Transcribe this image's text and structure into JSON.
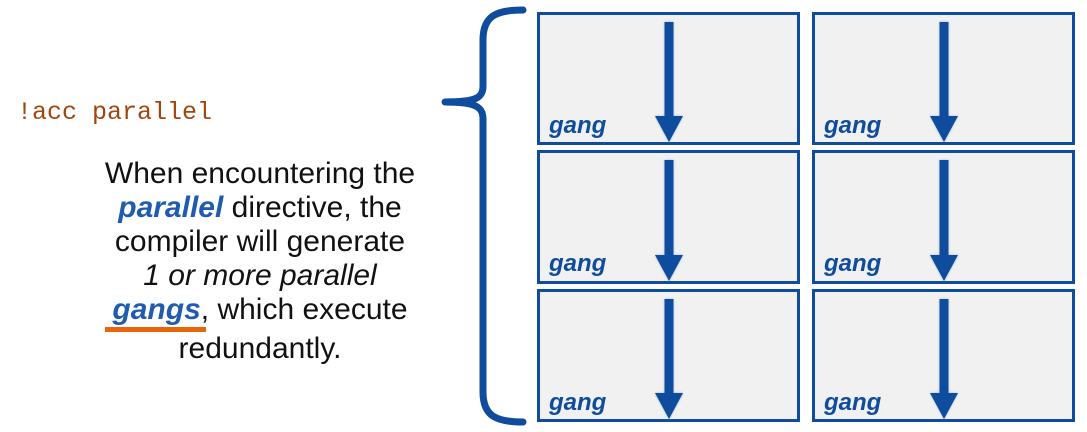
{
  "colors": {
    "shape_blue": "#0F4C9E",
    "text_blue": "#1F5CB0",
    "underline_orange": "#E8650C",
    "code_brown": "#A0470E",
    "box_fill": "#F1F1F2",
    "text_black": "#111111"
  },
  "code_label": "!acc parallel",
  "description": {
    "line1": "When encountering the",
    "line2_highlight": "parallel",
    "line2_rest": " directive, the",
    "line3": "compiler will generate",
    "line4_italic": "1 or more parallel",
    "line5_highlight": "gangs",
    "line5_rest": ", which execute",
    "line6": "redundantly."
  },
  "grid": {
    "boxes": [
      {
        "label": "gang"
      },
      {
        "label": "gang"
      },
      {
        "label": "gang"
      },
      {
        "label": "gang"
      },
      {
        "label": "gang"
      },
      {
        "label": "gang"
      }
    ]
  }
}
